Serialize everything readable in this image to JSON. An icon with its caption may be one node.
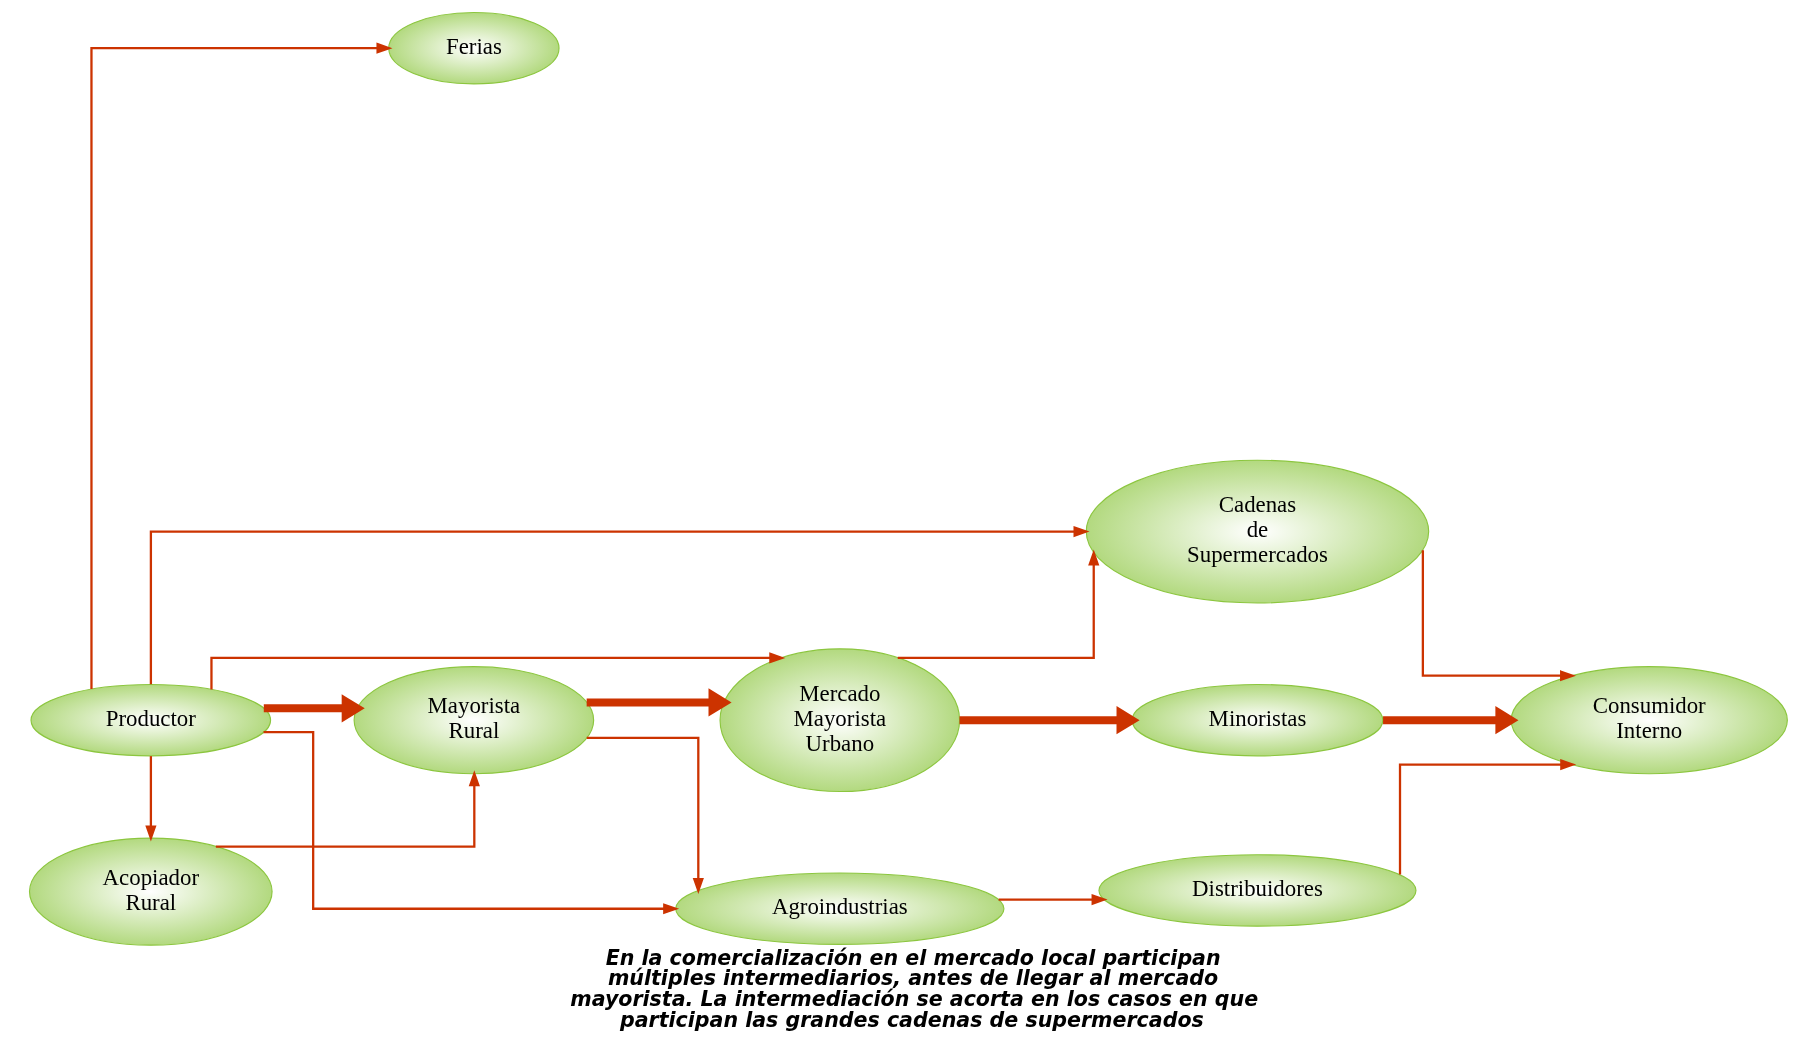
{
  "diagram": {
    "caption": "En la comercialización en el mercado local participan múltiples intermediarios, antes de llegar al mercado mayorista. La intermediación se acorta en los casos en que participan las grandes cadenas de supermercados",
    "nodes": [
      {
        "text": [
          "Agroindustrias"
        ]
      },
      {
        "text": [
          "Distribuidores"
        ]
      },
      {
        "text": [
          "Ferias"
        ]
      },
      {
        "text": [
          "Cadenas de Supermercados"
        ]
      },
      {
        "text": [
          "Productor"
        ]
      },
      {
        "text": [
          "Mayorista Rural"
        ]
      },
      {
        "text": [
          "Mercado Mayorista Urbano"
        ]
      },
      {
        "text": [
          "Minoristas"
        ]
      },
      {
        "text": [
          "Consumidor Interno"
        ]
      },
      {
        "text": [
          "Acopiador Rural"
        ]
      }
    ],
    "edges": [
      {
        "from": 4,
        "to": 5,
        "arrow": "to",
        "style": "thick"
      },
      {
        "from": 5,
        "to": 6,
        "arrow": "to",
        "style": "thick"
      },
      {
        "from": 6,
        "to": 7,
        "arrow": "to",
        "style": "thick"
      },
      {
        "from": 7,
        "to": 8,
        "arrow": "to",
        "style": "thick"
      },
      {
        "from": 4,
        "to": 0,
        "arrow": "to"
      },
      {
        "from": 4,
        "to": 2,
        "arrow": "to"
      },
      {
        "from": 4,
        "to": 3,
        "arrow": "to"
      },
      {
        "from": 4,
        "to": 6,
        "arrow": "to"
      },
      {
        "from": 4,
        "to": 9,
        "arrow": "to"
      },
      {
        "from": 9,
        "to": 5,
        "arrow": "to"
      },
      {
        "from": 5,
        "to": 0,
        "arrow": "to"
      },
      {
        "from": 6,
        "to": 3,
        "arrow": "to"
      },
      {
        "from": 0,
        "to": 1,
        "arrow": "to"
      },
      {
        "from": 1,
        "to": 8,
        "arrow": "to"
      },
      {
        "from": 3,
        "to": 8,
        "arrow": "to"
      }
    ]
  }
}
